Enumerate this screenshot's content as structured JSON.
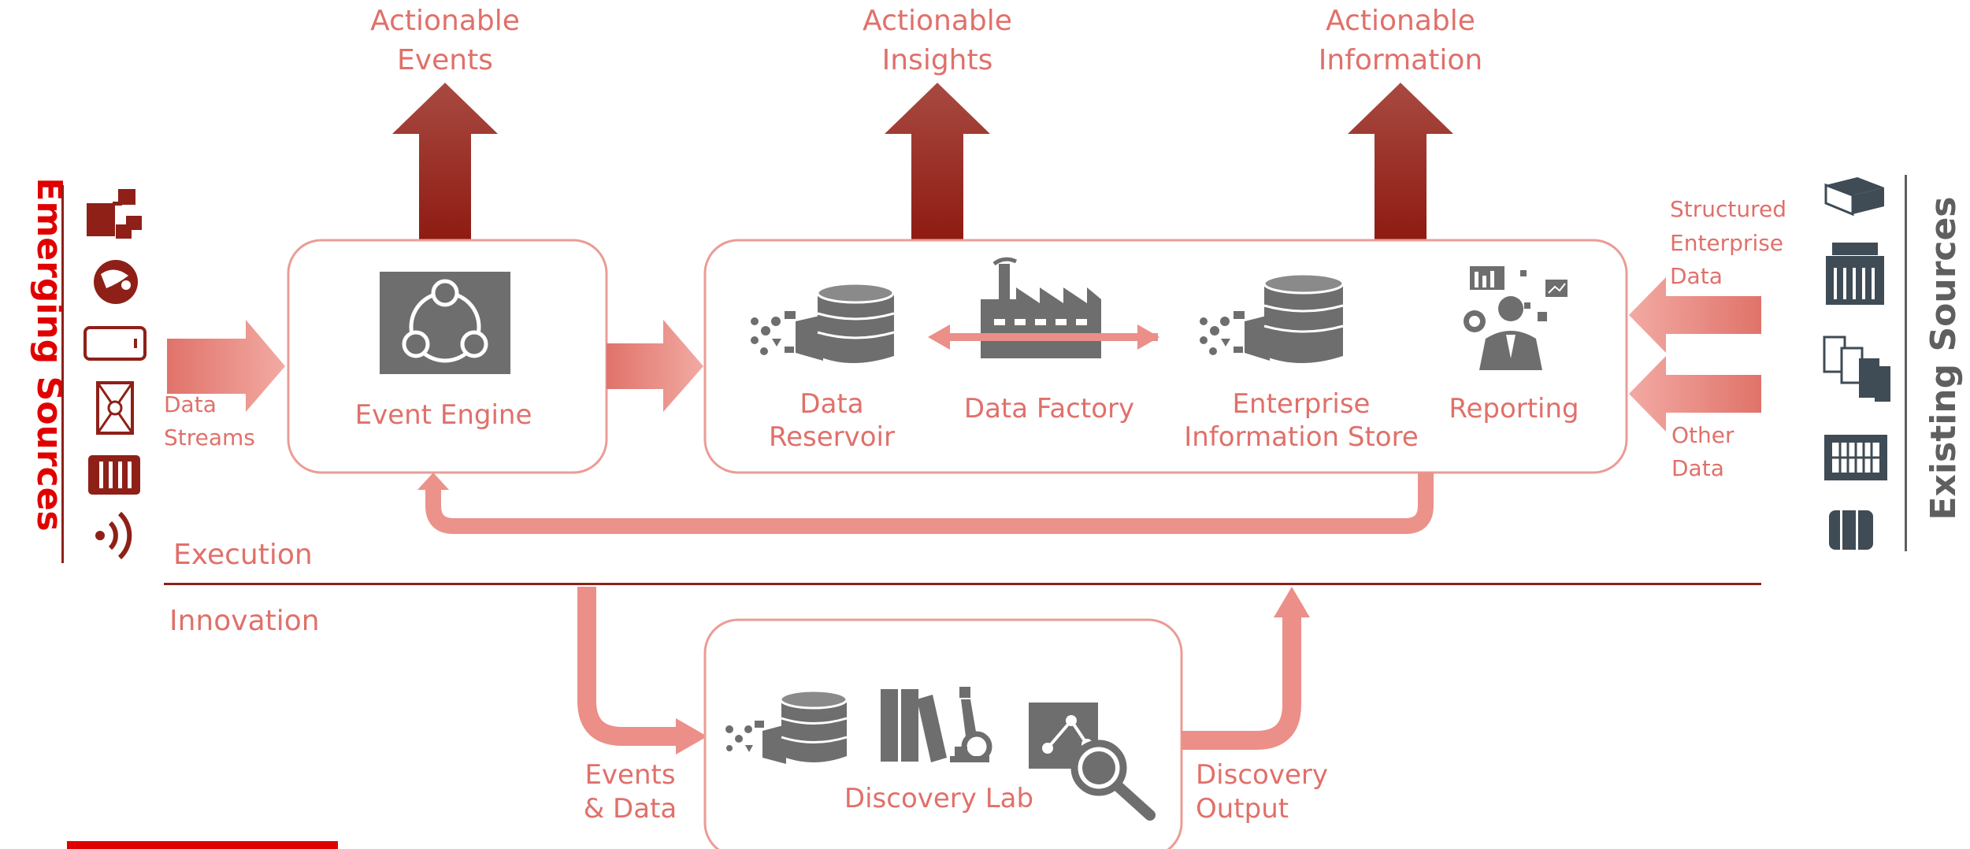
{
  "outputs": [
    {
      "line1": "Actionable",
      "line2": "Events"
    },
    {
      "line1": "Actionable",
      "line2": "Insights"
    },
    {
      "line1": "Actionable",
      "line2": "Information"
    }
  ],
  "left_panel": {
    "title": "Emerging Sources",
    "icons": [
      "network-icon",
      "globe-icon",
      "smartphone-icon",
      "envelope-icon",
      "barcode-icon",
      "wireless-signal-icon"
    ],
    "flow_label_line1": "Data",
    "flow_label_line2": "Streams"
  },
  "right_panel": {
    "title": "Existing Sources",
    "icons": [
      "server-icon",
      "data-center-icon",
      "database-cluster-icon",
      "storage-array-icon",
      "database-icon"
    ],
    "structured_line1": "Structured",
    "structured_line2": "Enterprise",
    "structured_line3": "Data",
    "other_line1": "Other",
    "other_line2": "Data"
  },
  "event_engine": {
    "label": "Event Engine"
  },
  "main_box": {
    "reservoir_line1": "Data",
    "reservoir_line2": "Reservoir",
    "factory": "Data Factory",
    "eis_line1": "Enterprise",
    "eis_line2": "Information Store",
    "reporting": "Reporting"
  },
  "layers": {
    "execution": "Execution",
    "innovation": "Innovation"
  },
  "discovery": {
    "lab": "Discovery Lab",
    "input_line1": "Events",
    "input_line2": "& Data",
    "output_line1": "Discovery",
    "output_line2": "Output"
  },
  "colors": {
    "accent": "#e0706a",
    "dark_arrow": "#8e2018",
    "emerging_title": "#e00000",
    "existing_title": "#5f5f5f",
    "icon_gray": "#6e6e6e"
  }
}
